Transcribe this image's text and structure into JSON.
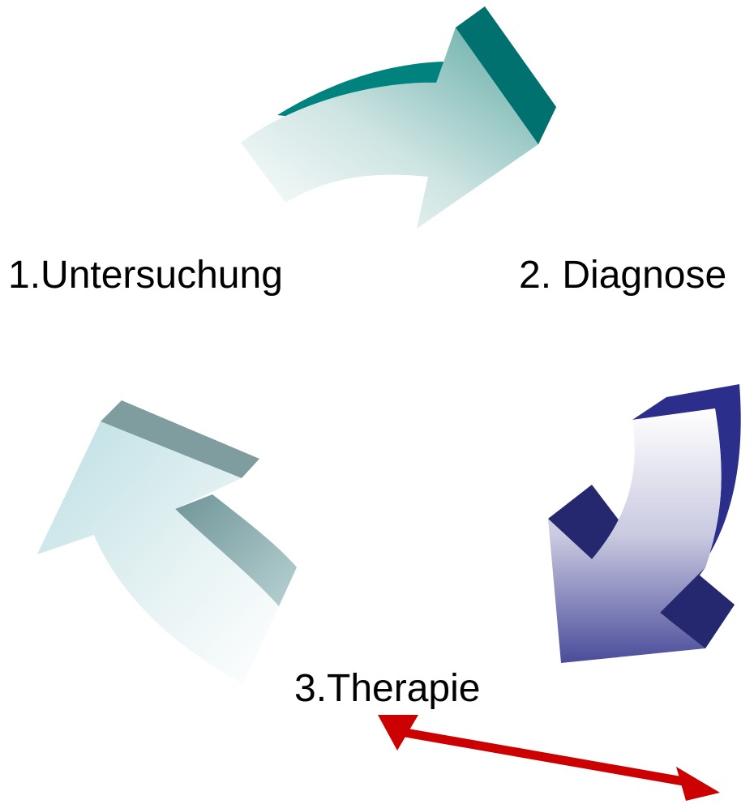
{
  "steps": [
    {
      "label": "1.Untersuchung",
      "arrow_color": "#00827F",
      "arrow_icon": "curved-arrow-right-icon"
    },
    {
      "label": "2. Diagnose",
      "arrow_color": "#2B2E8A",
      "arrow_icon": "curved-arrow-down-icon"
    },
    {
      "label": "3.Therapie",
      "arrow_color": "#7F9C9F",
      "arrow_icon": "curved-arrow-up-icon"
    }
  ],
  "connector": {
    "color": "#CC0000",
    "icon": "double-headed-arrow-icon"
  }
}
